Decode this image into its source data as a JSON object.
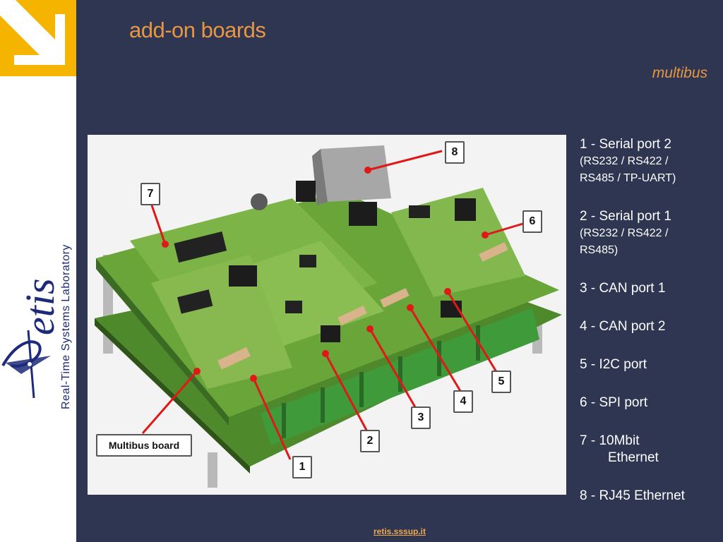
{
  "slide": {
    "title": "add-on boards",
    "subtitle": "multibus",
    "footer_link": "retis.sssup.it"
  },
  "logo": {
    "wordmark": "etis",
    "tagline": "Real-Time Systems Laboratory"
  },
  "photo": {
    "description_icon": "circuit-board-photo",
    "callouts": {
      "c1": "1",
      "c2": "2",
      "c3": "3",
      "c4": "4",
      "c5": "5",
      "c6": "6",
      "c7": "7",
      "c8": "8",
      "board_label": "Multibus board"
    }
  },
  "legend": [
    {
      "main": "1 - Serial port 2",
      "detail1": "(RS232 / RS422 /",
      "detail2": "RS485 / TP-UART)"
    },
    {
      "main": "2 - Serial port 1",
      "detail1": "(RS232 / RS422 /",
      "detail2": "RS485)"
    },
    {
      "main": "3 - CAN port 1"
    },
    {
      "main": "4 - CAN port 2"
    },
    {
      "main": "5 - I2C port"
    },
    {
      "main": "6 - SPI port"
    },
    {
      "main": "7 - 10Mbit",
      "cont": "Ethernet"
    },
    {
      "main": "8 - RJ45 Ethernet"
    }
  ],
  "colors": {
    "background": "#2e3652",
    "accent": "#e89642",
    "corner": "#f5b400",
    "logo_blue": "#1d2a7a"
  }
}
